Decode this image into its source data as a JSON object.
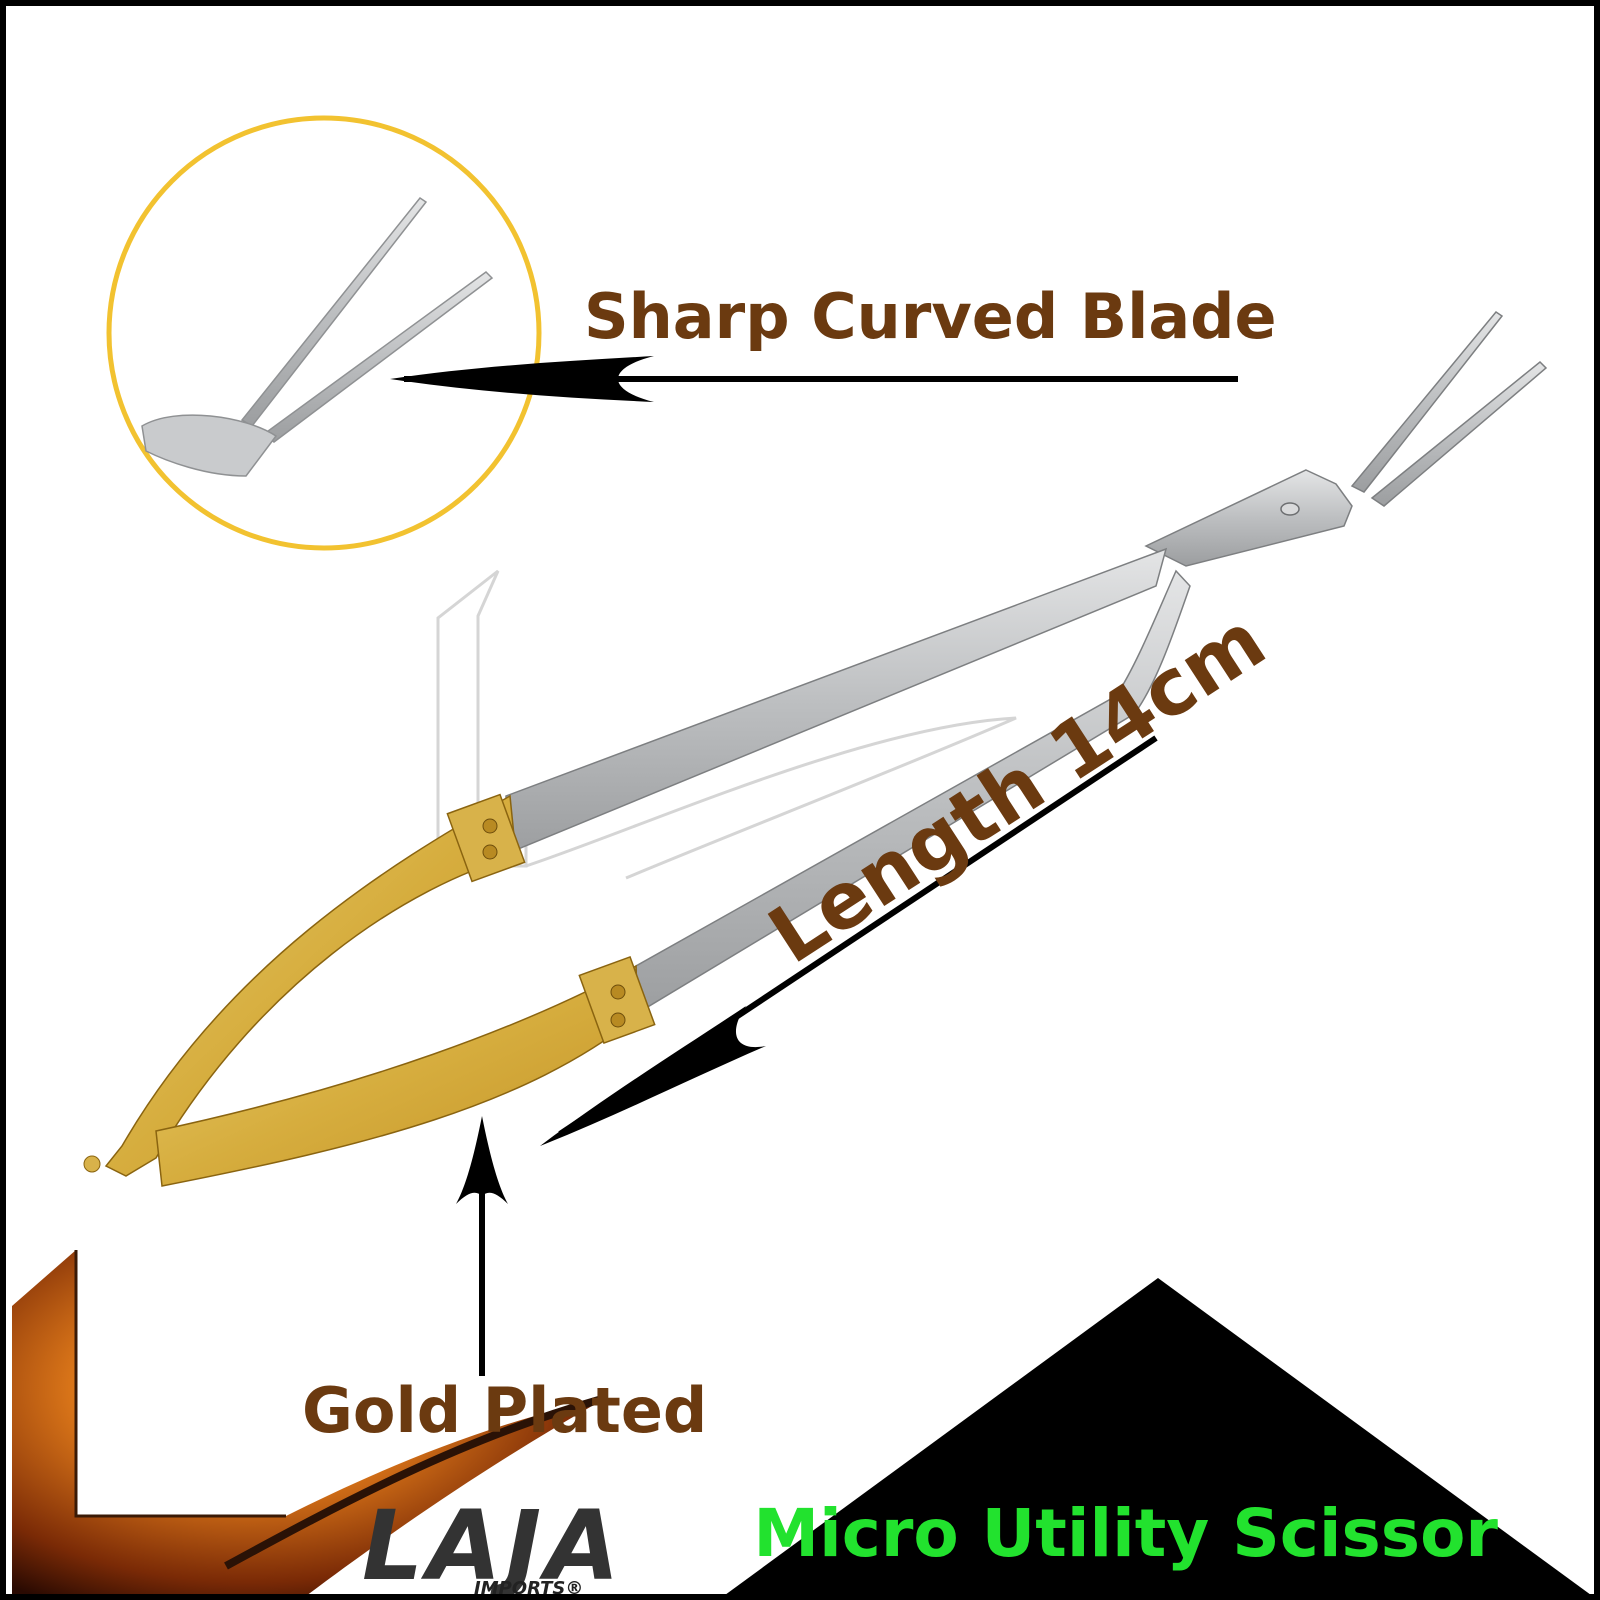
{
  "labels": {
    "blade": "Sharp Curved Blade",
    "gold": "Gold Plated",
    "length": "Length 14cm"
  },
  "product_title": "Micro Utility Scissor",
  "brand": {
    "logo_text": "LAJA",
    "logo_subtext": "IMPORTS®"
  },
  "colors": {
    "label_brown": "#6b3a10",
    "title_green": "#22e22e",
    "gold": "#d9b44a",
    "steel": "#bfc1c3",
    "highlight_circle": "#f2c230"
  }
}
